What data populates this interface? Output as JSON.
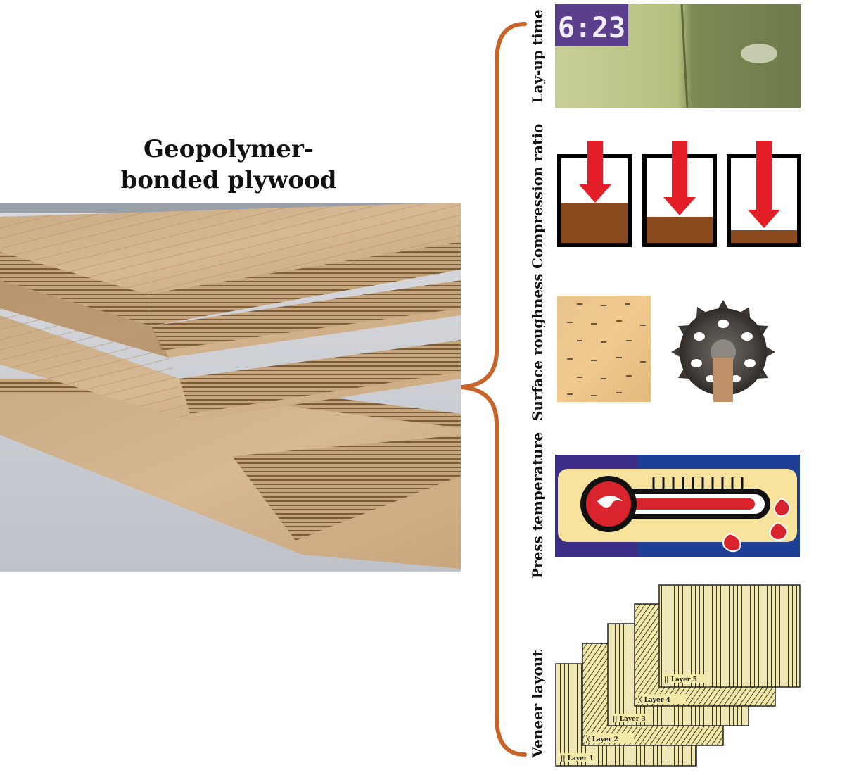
{
  "title": {
    "line1": "Geopolymer-",
    "line2": "bonded plywood"
  },
  "factors": [
    {
      "label": "Lay-up time",
      "timer": "6:23"
    },
    {
      "label": "Compression ratio"
    },
    {
      "label": "Surface roughness"
    },
    {
      "label": "Press temperature"
    },
    {
      "label": "Veneer layout",
      "layers": [
        "Layer 1",
        "Layer 2",
        "Layer 3",
        "Layer 4",
        "Layer 5"
      ]
    }
  ],
  "colors": {
    "brace": "#c8642a",
    "arrow": "#e41e26",
    "wood_fill": "#8a4a1e",
    "veneer": "#f2e8a8",
    "timer_bg": "#5b3f8c",
    "press_bg": "#1e3f96",
    "thermometer": "#d9232d"
  }
}
